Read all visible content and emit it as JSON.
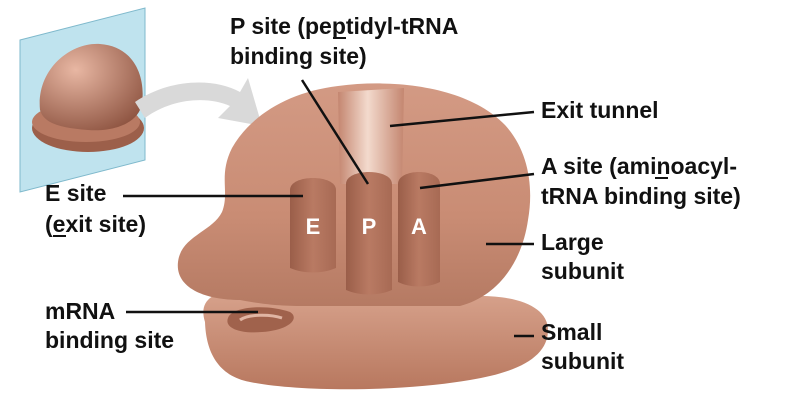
{
  "labels": {
    "p_site_line1": "P site (peptidyl-tRNA",
    "p_site_line2": "binding site)",
    "exit_tunnel": "Exit tunnel",
    "a_site_line1": "A site (aminoacyl-",
    "a_site_line2": "tRNA binding site)",
    "e_site_line1": "E site",
    "e_site_line2": "(exit site)",
    "large_line1": "Large",
    "large_line2": "subunit",
    "mrna_line1": "mRNA",
    "mrna_line2": "binding site",
    "small_line1": "Small",
    "small_line2": "subunit"
  },
  "sites": {
    "e": "E",
    "p": "P",
    "a": "A"
  },
  "colors": {
    "ribosome_base": "#c98c74",
    "ribosome_dark": "#a86b55",
    "ribosome_light": "#dba894",
    "tunnel_highlight": "#f2d8cc",
    "panel": "#bfe3ee",
    "arrow": "#d9d9d9"
  }
}
